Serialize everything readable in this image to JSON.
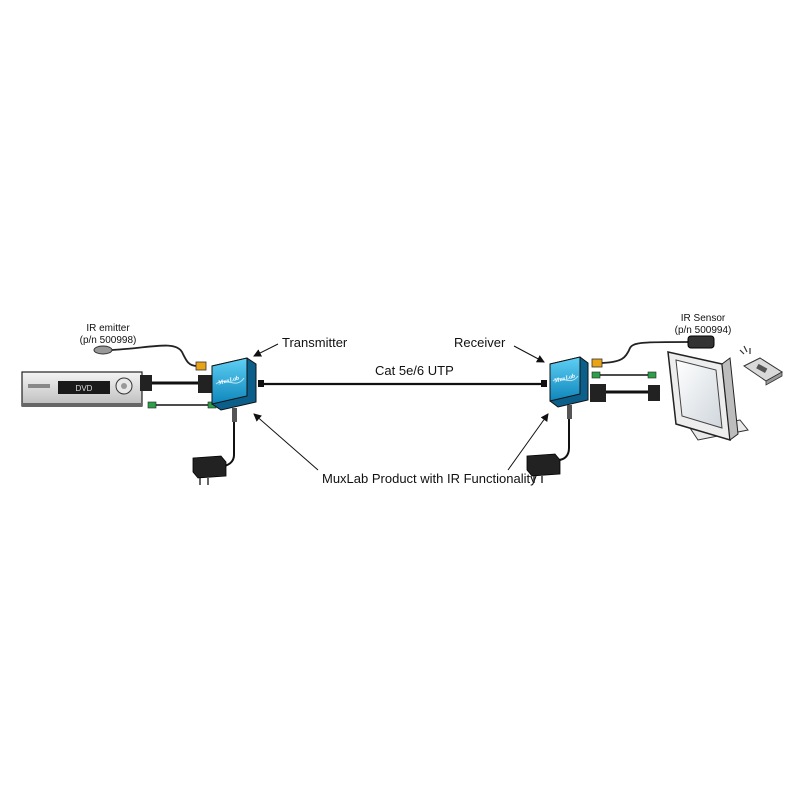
{
  "labels": {
    "ir_emitter": "IR emitter",
    "ir_emitter_pn": "(p/n 500998)",
    "ir_sensor": "IR Sensor",
    "ir_sensor_pn": "(p/n 500994)",
    "transmitter": "Transmitter",
    "receiver": "Receiver",
    "cable": "Cat 5e/6 UTP",
    "product": "MuxLab Product with IR Functionality",
    "dvd": "DVD",
    "brand": "MuxLab"
  },
  "colors": {
    "unit_blue": "#1aa7d8",
    "unit_dark": "#0b5f8a",
    "cable": "#111111",
    "ir_plug": "#e8a317",
    "audio_plug": "#2e9e4a"
  }
}
